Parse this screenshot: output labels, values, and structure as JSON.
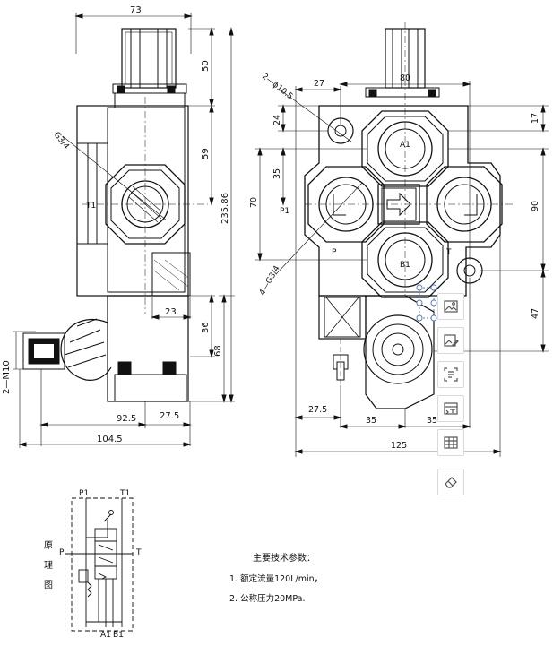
{
  "dims": {
    "side_width": "73",
    "side_top": "50",
    "side_mid": "59",
    "side_total": "235.86",
    "side_23": "23",
    "side_36": "36",
    "side_68": "68",
    "side_925": "92.5",
    "side_275": "27.5",
    "side_1045": "104.5",
    "side_m10": "2—M10",
    "side_g34": "G3/4",
    "side_t1": "T1",
    "front_holes": "2—ϕ10.5",
    "front_27": "27",
    "front_80": "80",
    "front_17": "17",
    "front_24": "24",
    "front_35v": "35",
    "front_70": "70",
    "front_90": "90",
    "front_47": "47",
    "front_4g34": "4—G3/4",
    "front_275": "27.5",
    "front_35a": "35",
    "front_35b": "35",
    "front_125": "125"
  },
  "ports": {
    "a1": "A1",
    "b1": "B1",
    "p1": "P1",
    "p": "P",
    "t": "T"
  },
  "schematic": {
    "side_label": [
      "原",
      "理",
      "图"
    ],
    "p1": "P1",
    "t1": "T1",
    "p": "P",
    "t": "T",
    "a1": "A1",
    "b1": "B1"
  },
  "params": {
    "title": "主要技术参数：",
    "items": [
      "1. 额定流量120L/min，",
      "2. 公称压力20MPa."
    ]
  },
  "toolbar": {
    "icons": [
      "image-icon",
      "edit-image-icon",
      "text-extract-icon",
      "translate-icon",
      "table-icon",
      "eraser-icon"
    ]
  }
}
